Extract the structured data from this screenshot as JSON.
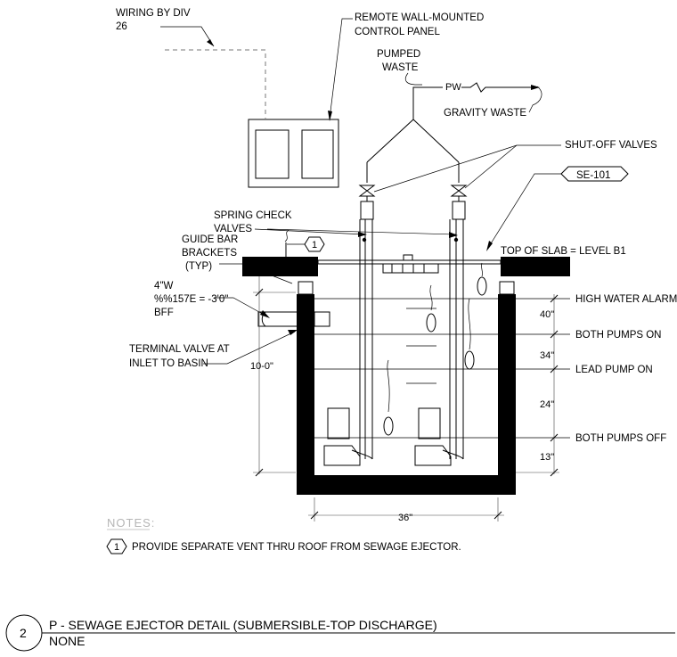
{
  "labels": {
    "wiring_line1": "WIRING BY DIV",
    "wiring_line2": "26",
    "panel_line1": "REMOTE WALL-MOUNTED",
    "panel_line2": "CONTROL PANEL",
    "pumped_line1": "PUMPED",
    "pumped_line2": "WASTE",
    "pw_tag": "PW",
    "gravity_waste": "GRAVITY WASTE",
    "shutoff_valves": "SHUT-OFF VALVES",
    "equipment_tag": "SE-101",
    "spring_line1": "SPRING CHECK",
    "spring_line2": "VALVES",
    "guide_line1": "GUIDE BAR",
    "guide_line2": "BRACKETS",
    "guide_line3": "(TYP)",
    "top_of_slab": "TOP OF SLAB = LEVEL B1",
    "inlet_line1": "4\"W",
    "inlet_line2": "%%157E = -3'0\"",
    "inlet_line3": "BFF",
    "terminal_line1": "TERMINAL VALVE AT",
    "terminal_line2": "INLET TO BASIN",
    "level_high_water": "HIGH WATER ALARM",
    "level_both_on": "BOTH PUMPS ON",
    "level_lead_on": "LEAD PUMP ON",
    "level_both_off": "BOTH PUMPS OFF",
    "keynote_mark": "1"
  },
  "dimensions": {
    "d40": "40\"",
    "d34": "34\"",
    "d24": "24\"",
    "d13": "13\"",
    "depth": "10-0\"",
    "width": "36\""
  },
  "notes": {
    "heading": "NOTES:",
    "items": [
      {
        "mark": "1",
        "text": "PROVIDE SEPARATE VENT THRU ROOF FROM SEWAGE EJECTOR."
      }
    ]
  },
  "title_block": {
    "number": "2",
    "title": "P - SEWAGE EJECTOR DETAIL (SUBMERSIBLE-TOP DISCHARGE)",
    "scale": "NONE"
  }
}
